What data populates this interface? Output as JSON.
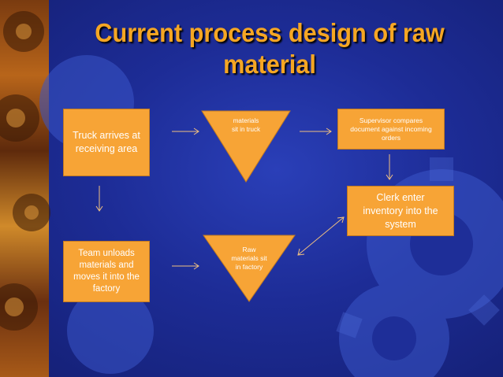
{
  "slide": {
    "title": "Current  process design of raw\nmaterial"
  },
  "nodes": {
    "truck_arrives": "Truck arrives at\nreceiving area",
    "materials_sit_truck": "materials\nsit in truck",
    "supervisor_compares": "Supervisor compares\ndocument against incoming\norders",
    "clerk_enter": "Clerk enter\ninventory into the\nsystem",
    "team_unloads": "Team unloads\nmaterials and\nmoves  it into the\nfactory",
    "raw_materials_factory": "Raw\nmaterials sit\nin factory"
  },
  "colors": {
    "box_fill": "#f7a436",
    "title": "#f5a623",
    "background": "#1d2c96",
    "arrow": "#f0c080"
  }
}
